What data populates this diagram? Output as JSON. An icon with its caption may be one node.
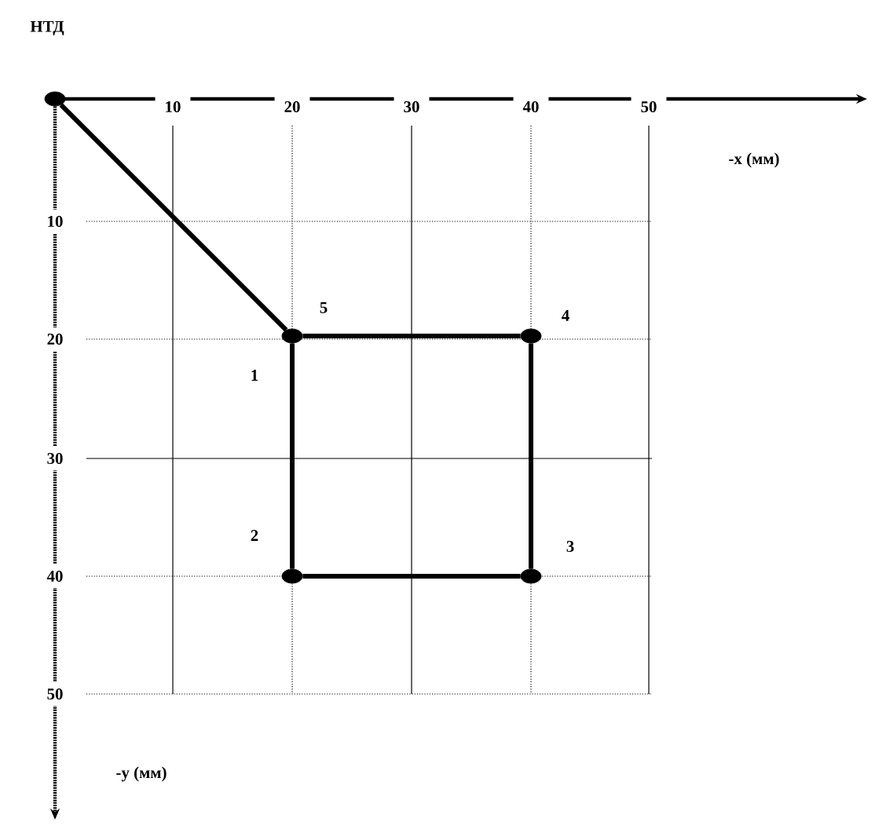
{
  "diagram": {
    "nodes": [
      {
        "text": [],
        "shape": "circle",
        "beside": [
          "НТД"
        ]
      },
      {
        "text": [],
        "shape": "circle",
        "beside": [
          "5",
          "1"
        ]
      },
      {
        "text": [],
        "shape": "circle",
        "beside": [
          "2"
        ]
      },
      {
        "text": [],
        "shape": "circle",
        "beside": [
          "3"
        ]
      },
      {
        "text": [],
        "shape": "circle",
        "beside": [
          "4"
        ]
      }
    ],
    "edges": [
      {
        "from": 0,
        "to": 1,
        "arrow": "none"
      },
      {
        "from": 1,
        "to": 2,
        "arrow": "none"
      },
      {
        "from": 2,
        "to": 3,
        "arrow": "none"
      },
      {
        "from": 3,
        "to": 4,
        "arrow": "none"
      },
      {
        "from": 4,
        "to": 1,
        "arrow": "none"
      }
    ],
    "labels": [
      "10",
      "20",
      "30",
      "40",
      "50",
      "-x  (мм)",
      "10",
      "20",
      "30",
      "40",
      "50",
      "-y  (мм)"
    ]
  }
}
